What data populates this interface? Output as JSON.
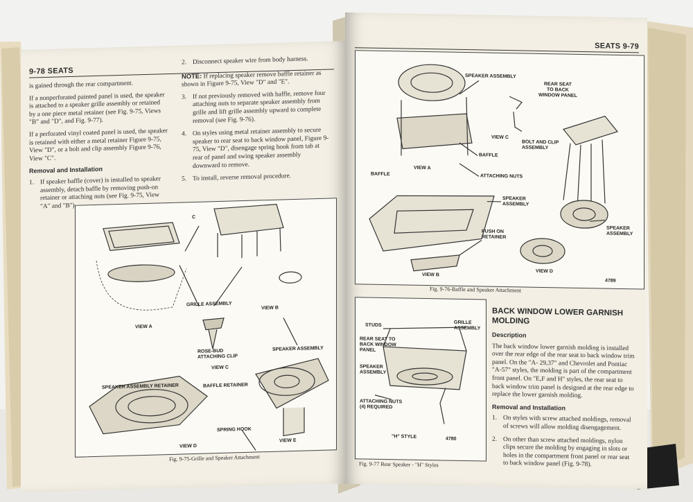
{
  "left_page": {
    "header": "9-78 SEATS",
    "col1": {
      "p1": "is gained through the rear compartment.",
      "p2": "If a nonperforated painted panel is used, the speaker is attached to a speaker grille assembly or retained by a one piece metal retainer (see Fig. 9-75, Views \"B\" and \"D\", and Fig. 9-77).",
      "p3": "If a perforated vinyl coated panel is used, the speaker is retained with either a metal retainer Figure 9-75, View \"D\", or a bolt and clip assembly Figure 9-76, View \"C\".",
      "subhead": "Removal and Installation",
      "step1": "If speaker baffle (cover) is installed to speaker assembly, detach baffle by removing push-on retainer or attaching nuts (see Fig. 9-75, View \"A\" and \"B\")."
    },
    "col2": {
      "step2": "Disconnect speaker wire from body harness.",
      "note_label": "NOTE:",
      "note_text": "If replacing speaker remove baffle retainer as shown in Figure 9-75, View \"D\" and \"E\".",
      "step3": "If not previously removed with baffle, remove four attaching nuts to separate speaker assembly from grille and lift grille assembly upward to complete removal (see Fig. 9-76).",
      "step4": "On styles using metal retainer assembly to secure speaker to rear seat to back window panel, Figure 9-75, View \"D\", disengage spring hook from tab at rear of panel and swing speaker assembly downward to remove.",
      "step5": "To install, reverse removal procedure."
    },
    "figure": {
      "labels": {
        "c": "C",
        "grille_assembly": "GRILLE ASSEMBLY",
        "view_a": "VIEW A",
        "view_b": "VIEW B",
        "rose_bud": "ROSE-BUD\nATTACHING CLIP",
        "view_c": "VIEW C",
        "speaker_assembly": "SPEAKER ASSEMBLY",
        "speaker_retainer": "SPEAKER ASSEMBLY RETAINER",
        "baffle_retainer": "BAFFLE RETAINER",
        "spring_hook": "SPRING HOOK",
        "view_d": "VIEW D",
        "view_e": "VIEW E"
      },
      "caption": "Fig. 9-75-Grille and Speaker Attachment"
    }
  },
  "right_page": {
    "header": "SEATS 9-79",
    "fig76": {
      "labels": {
        "speaker_assembly_top": "SPEAKER ASSEMBLY",
        "rear_seat": "REAR SEAT\nTO BACK\nWINDOW PANEL",
        "view_c": "VIEW C",
        "bolt_clip": "BOLT AND CLIP\nASSEMBLY",
        "baffle": "BAFFLE",
        "view_a": "VIEW A",
        "attaching_nuts": "ATTACHING NUTS",
        "baffle_left": "BAFFLE",
        "speaker_assembly_mid": "SPEAKER\nASSEMBLY",
        "push_on": "PUSH ON\nRETAINER",
        "speaker_assembly_right": "SPEAKER\nASSEMBLY",
        "view_b": "VIEW B",
        "view_d": "VIEW D",
        "num": "4789"
      },
      "caption": "Fig. 9-76-Baffle and Speaker Attachment"
    },
    "fig77": {
      "labels": {
        "studs": "STUDS",
        "grille_assembly": "GRILLE\nASSEMBLY",
        "rear_seat_vertical": "REAR SEAT TO\nBACK WINDOW\nPANEL",
        "speaker_assembly_vertical": "SPEAKER\nASSEMBLY",
        "attaching_nuts": "ATTACHING NUTS\n(4) REQUIRED",
        "style": "\"H\" STYLE",
        "num": "4780"
      },
      "caption": "Fig. 9-77 Rear Speaker - \"H\" Styles"
    },
    "section": {
      "title": "BACK WINDOW LOWER GARNISH MOLDING",
      "desc_head": "Description",
      "desc": "The back window lower garnish molding is installed over the rear edge of the rear seat to back window trim panel. On the \"A- 29,37\" and Chevrolet and Pontiac \"A-57\" styles, the molding is part of the compartment front panel. On \"E,F and H\" styles, the rear seat to back window trim panel is designed at the rear edge to replace the lower garnish molding.",
      "rem_head": "Removal and Installation",
      "step1": "On styles with screw attached moldings, removal of screws will allow molding disengagement.",
      "step2": "On other than screw attached moldings, nylon clips secure the molding by engaging in slots or holes in the compartment front panel or rear seat to back window panel (Fig. 9-78)."
    }
  },
  "colors": {
    "paper": "#f3efe4",
    "ink": "#2a2a2a",
    "page_edges": "#e6dcc4",
    "background": "#f2f2f0"
  }
}
